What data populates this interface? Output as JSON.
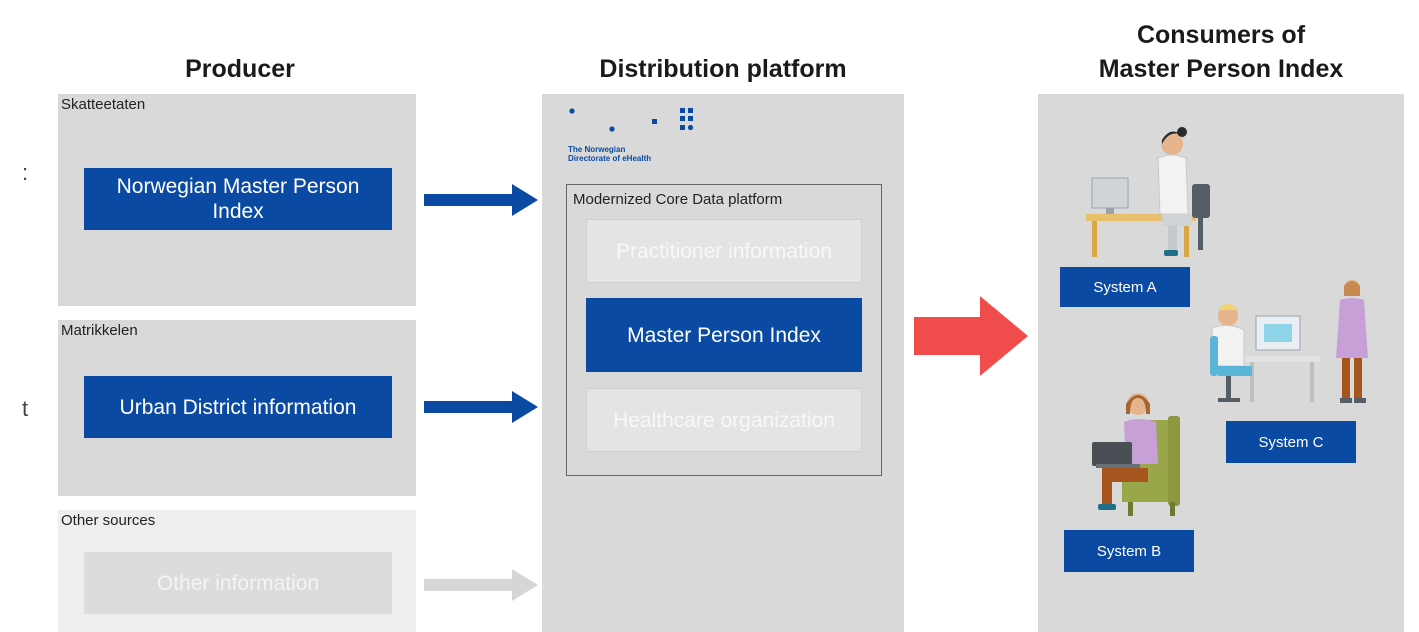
{
  "columns": {
    "producer": "Producer",
    "distribution": "Distribution platform",
    "consumers_line1": "Consumers of",
    "consumers_line2": "Master Person Index"
  },
  "producers": [
    {
      "source": "Skatteetaten",
      "box": "Norwegian Master Person Index"
    },
    {
      "source": "Matrikkelen",
      "box": "Urban District information"
    },
    {
      "source": "Other sources",
      "box": "Other information"
    }
  ],
  "platform": {
    "logo_line1": "The Norwegian",
    "logo_line2": "Directorate of eHealth",
    "frame_title": "Modernized Core Data platform",
    "items": [
      {
        "label": "Practitioner information",
        "active": false
      },
      {
        "label": "Master Person Index",
        "active": true
      },
      {
        "label": "Healthcare organization",
        "active": false
      }
    ]
  },
  "systems": [
    "System A",
    "System B",
    "System C"
  ],
  "colors": {
    "blue": "#0b4aa2",
    "red_arrow": "#f04c4c",
    "gray_arrow": "#d6d6d6",
    "panel": "#d9d9d9"
  },
  "edge_marks": [
    ":",
    "t"
  ]
}
